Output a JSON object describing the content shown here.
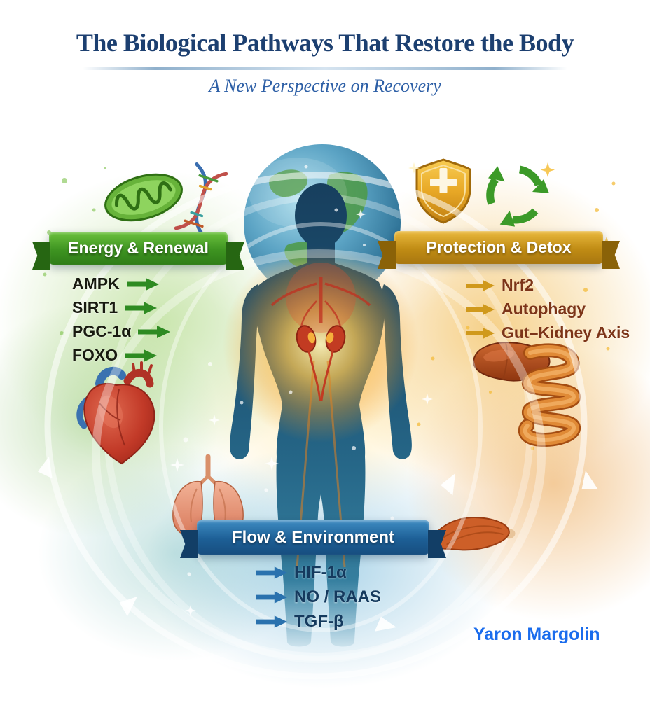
{
  "header": {
    "title": "The Biological Pathways That Restore the Body",
    "subtitle": "A New Perspective on Recovery"
  },
  "pathways": {
    "energy_renewal": {
      "banner_label": "Energy & Renewal",
      "items": [
        "AMPK",
        "SIRT1",
        "PGC-1α",
        "FOXO"
      ],
      "banner_color": "#3e9421",
      "arrow_color": "#2e8b22",
      "text_color": "#181a10"
    },
    "protection_detox": {
      "banner_label": "Protection & Detox",
      "items": [
        "Nrf2",
        "Autophagy",
        "Gut–Kidney Axis"
      ],
      "banner_color": "#c08c14",
      "arrow_color": "#d0991c",
      "text_color": "#7c3418"
    },
    "flow_environment": {
      "banner_label": "Flow & Environment",
      "items": [
        "HIF-1α",
        "NO / RAAS",
        "TGF-β"
      ],
      "banner_color": "#1d5f96",
      "arrow_color": "#2a72ae",
      "text_color": "#153a5e"
    }
  },
  "attribution": "Yaron Margolin",
  "colors": {
    "title_text": "#1c3f70",
    "subtitle_text": "#2d5fa6",
    "attribution_text": "#1a6ced",
    "body_silhouette": "#1d5272",
    "kidney_glow": "#f5a024",
    "earth_globe": "#5ba3c4"
  },
  "icons": {
    "top_left": [
      "mitochondria-icon",
      "dna-helix-icon"
    ],
    "top_right": [
      "shield-cross-icon",
      "recycle-icon"
    ],
    "left": [
      "heart-icon",
      "lungs-icon"
    ],
    "right": [
      "liver-icon",
      "intestines-icon",
      "muscle-icon"
    ],
    "center": [
      "earth-globe-icon",
      "human-silhouette",
      "kidneys-icon"
    ]
  }
}
